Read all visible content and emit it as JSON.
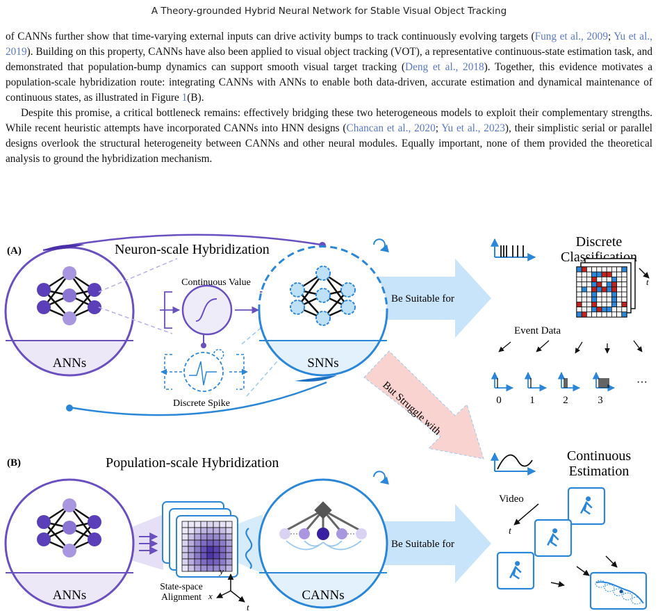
{
  "header": {
    "title": "A Theory-grounded Hybrid Neural Network for Stable Visual Object Tracking"
  },
  "para1": {
    "t1": "of CANNs further show that time-varying external inputs can drive activity bumps to track continuously evolving targets (",
    "c1": "Fung et al., 2009",
    "t2": "; ",
    "c2": "Yu et al., 2019",
    "t3": "). Building on this property, CANNs have also been applied to visual object tracking (VOT), a representative continuous-state estimation task, and demonstrated that population-bump dynamics can support smooth visual target tracking (",
    "c3": "Deng et al., 2018",
    "t4": "). Together, this evidence motivates a population-scale hybridization route: integrating CANNs with ANNs to enable both data-driven, accurate estimation and dynamical maintenance of continuous states, as illustrated in Figure ",
    "c4": "1",
    "t5": "(B)."
  },
  "para2": {
    "t1": "Despite this promise, a critical bottleneck remains: effectively bridging these two heterogeneous models to exploit their complementary strengths. While recent heuristic attempts have incorporated CANNs into HNN designs (",
    "c1": "Chancan et al., 2020",
    "t2": "; ",
    "c2": "Yu et al., 2023",
    "t3": "), their simplistic serial or parallel designs overlook the structural heterogeneity between CANNs and other neural modules. Equally important, none of them provided the theoretical analysis to ground the hybridization mechanism."
  },
  "figure": {
    "panel_a": {
      "tag": "(A)",
      "title": "Neuron-scale Hybridization",
      "ann_label": "ANNs",
      "snn_label": "SNNs",
      "continuous_value": "Continuous Value",
      "discrete_spike": "Discrete Spike",
      "suitable": "Be Suitable for",
      "struggle": "But Struggle with"
    },
    "panel_b": {
      "tag": "(B)",
      "title": "Population-scale Hybridization",
      "ann_label": "ANNs",
      "cann_label": "CANNs",
      "alignment": [
        "State-space",
        "Alignment"
      ],
      "axis_x": "x",
      "axis_y": "y",
      "axis_t": "t",
      "suitable": "Be Suitable for"
    },
    "right_top": {
      "title": [
        "Discrete",
        "Classification"
      ],
      "event_data": "Event Data",
      "t_label": "t",
      "digits": [
        "0",
        "1",
        "2",
        "3"
      ],
      "more": "···"
    },
    "right_bottom": {
      "title": [
        "Continuous",
        "Estimation"
      ],
      "video": "Video",
      "t_label": "t"
    },
    "colors": {
      "ann": "#6a4fc0",
      "snn": "#2a86d8",
      "arrow_blue": "#c7e4fa",
      "arrow_pink": "#f9d3d0",
      "event_red": "#c0221e"
    }
  }
}
